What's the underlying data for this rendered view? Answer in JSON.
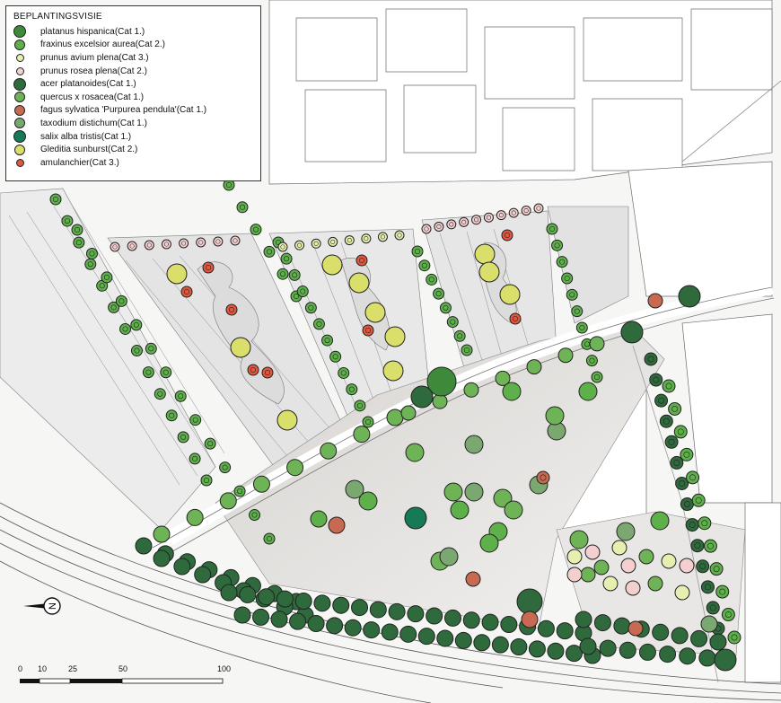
{
  "legend": {
    "title": "BEPLANTINGSVISIE",
    "items": [
      {
        "label": "platanus hispanica(Cat 1.)",
        "color": "#3e8a3b",
        "size": "large"
      },
      {
        "label": "fraxinus excelsior aurea(Cat 2.)",
        "color": "#5db04a",
        "size": "medium"
      },
      {
        "label": "prunus avium plena(Cat 3.)",
        "color": "#e6efb0",
        "size": "small"
      },
      {
        "label": "prunus rosea plena(Cat 2.)",
        "color": "#f4cfcf",
        "size": "small"
      },
      {
        "label": "acer platanoides(Cat 1.)",
        "color": "#2f6a3c",
        "size": "large"
      },
      {
        "label": "quercus x rosacea(Cat 1.)",
        "color": "#6fb357",
        "size": "medium"
      },
      {
        "label": "fagus sylvatica 'Purpurea pendula'(Cat 1.)",
        "color": "#c86a52",
        "size": "medium"
      },
      {
        "label": "taxodium distichum(Cat 1.)",
        "color": "#7aa870",
        "size": "medium"
      },
      {
        "label": "salix alba tristis(Cat 1.)",
        "color": "#157a55",
        "size": "large"
      },
      {
        "label": "Gleditia sunburst(Cat 2.)",
        "color": "#d9df6a",
        "size": "medium"
      },
      {
        "label": "amulanchier(Cat 3.)",
        "color": "#e0573f",
        "size": "small"
      }
    ]
  },
  "scale": {
    "ticks": [
      "0",
      "10",
      "25",
      "50",
      "100"
    ]
  },
  "north_label": "N"
}
